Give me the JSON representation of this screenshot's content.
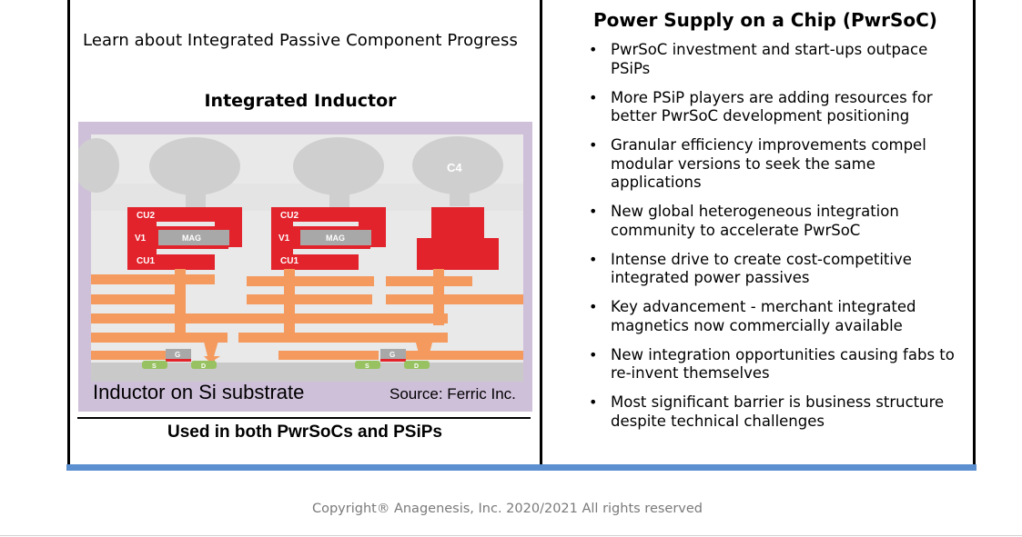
{
  "left": {
    "tagline": "Learn about Integrated Passive Component Progress",
    "figure_title": "Integrated Inductor",
    "figure": {
      "labels": {
        "cu2": "CU2",
        "v1": "V1",
        "mag": "MAG",
        "cu1": "CU1",
        "c4": "C4",
        "g": "G",
        "s": "S",
        "d": "D"
      },
      "overlay_caption": "Inductor on Si substrate",
      "source": "Source: Ferric Inc.",
      "colors": {
        "frame": "#cfc0da",
        "copper_red": "#e2232c",
        "orange_trace": "#f49a5e",
        "bump_gray": "#cfcfcf",
        "substrate_gray": "#dcdcdc",
        "pad_green": "#98c261"
      }
    },
    "caption": "Used in both PwrSoCs and PSiPs"
  },
  "right": {
    "title": "Power Supply on a Chip (PwrSoC)",
    "bullets": [
      "PwrSoC investment and start-ups outpace PSiPs",
      "More PSiP players are adding resources for better PwrSoC development positioning",
      "Granular efficiency improvements compel modular versions to seek the same applications",
      "New global heterogeneous integration community to accelerate PwrSoC",
      "Intense drive to create cost-competitive integrated power passives",
      "Key advancement - merchant integrated magnetics now commercially available",
      "New integration opportunities causing fabs to re-invent themselves",
      "Most significant barrier is business structure despite technical challenges"
    ]
  },
  "footer": {
    "copyright": "Copyright® Anagenesis, Inc. 2020/2021 All rights reserved"
  },
  "colors": {
    "accent_bar": "#5b8fd0"
  }
}
